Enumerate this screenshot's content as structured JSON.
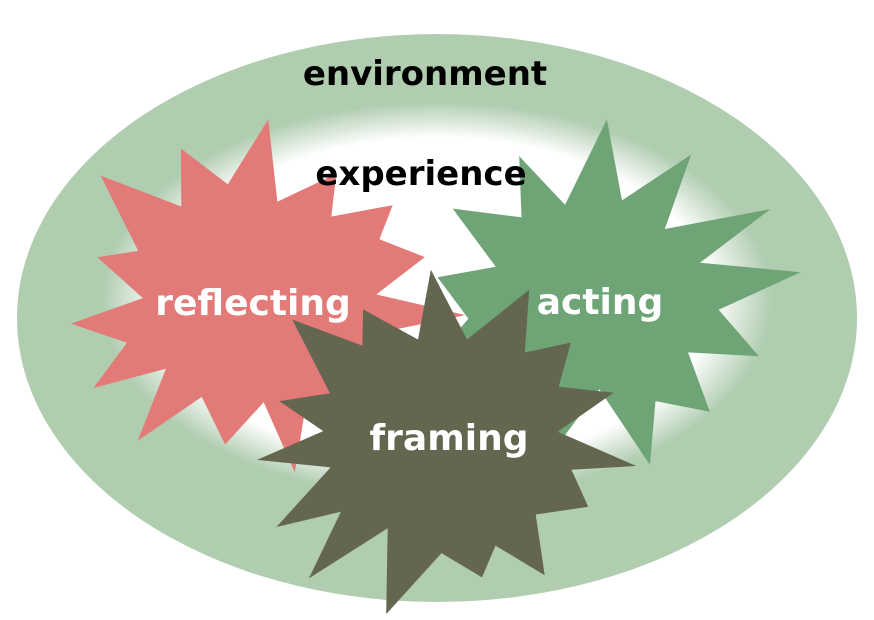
{
  "diagram": {
    "outer_label": "environment",
    "inner_label": "experience",
    "nodes": [
      {
        "id": "reflecting",
        "label": "reflecting",
        "color": "#e27a78"
      },
      {
        "id": "acting",
        "label": "acting",
        "color": "#6fa476"
      },
      {
        "id": "framing",
        "label": "framing",
        "color": "#646650"
      }
    ]
  },
  "colors": {
    "environment": "#b0cdb0",
    "experience": "#ffffff"
  }
}
